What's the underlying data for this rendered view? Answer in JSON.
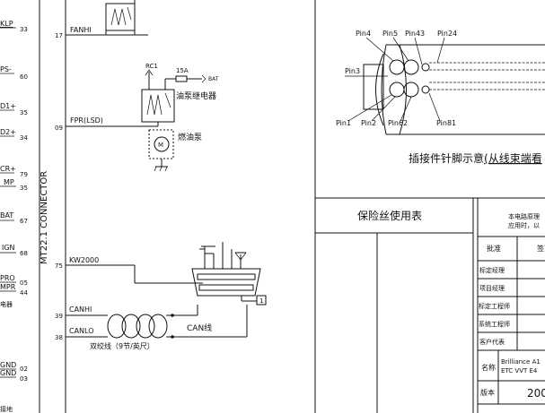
{
  "left_pins": [
    {
      "name": "KLP",
      "num": "33"
    },
    {
      "name": "PS-",
      "num": "60"
    },
    {
      "name": "D1+",
      "num": "35"
    },
    {
      "name": "D2+",
      "num": "34"
    },
    {
      "name": "CR+",
      "num": "79"
    },
    {
      "name": "MP",
      "num": "35"
    },
    {
      "name": "BAT",
      "num": "67"
    },
    {
      "name": "IGN",
      "num": "68"
    },
    {
      "name": "PRO",
      "num": "05"
    },
    {
      "name": "MPR",
      "num": "44"
    },
    {
      "name": "电器",
      "num": ""
    },
    {
      "name": "GND",
      "num": "02"
    },
    {
      "name": "GND",
      "num": "03"
    },
    {
      "name": "接地",
      "num": ""
    }
  ],
  "connector_label": "MT22.1 CONNECTOR",
  "wires": {
    "fanhi": {
      "num": "17",
      "label": "FANHI"
    },
    "fpr": {
      "num": "09",
      "label": "FPR(LSD)"
    },
    "kw2000": {
      "num": "75",
      "label": "KW2000"
    },
    "canhi": {
      "num": "39",
      "label": "CANHI"
    },
    "canlo": {
      "num": "38",
      "label": "CANLO"
    }
  },
  "components": {
    "rc1": "RC1",
    "fuse": "15A",
    "bat": "BAT",
    "relay": "油泵继电器",
    "pump_motor": "M",
    "pump": "燃油泵",
    "can_line": "CAN线",
    "twisted": "双绞线（9节/英尺）",
    "diag_box": "1"
  },
  "connector_view": {
    "pins": [
      "Pin4",
      "Pin5",
      "Pin43",
      "Pin24",
      "Pin3",
      "Pin1",
      "Pin2",
      "Pin62",
      "Pin81"
    ],
    "caption_prefix": "插接件针脚示意",
    "caption_underlined": "(从线束端看"
  },
  "fuse_table": {
    "title": "保险丝使用表"
  },
  "title_block": {
    "note_line1": "本电路原理",
    "note_line2": "应用时，以",
    "approve": "批准",
    "approve_col2": "签",
    "rows": [
      "标定经理",
      "项目经理",
      "标定工程师",
      "系统工程师",
      "客户代表"
    ],
    "name_label": "名称",
    "name_value_line1": "Brilliance A1",
    "name_value_line2": "ETC VVT E4",
    "version_label": "版本",
    "version_value": "200"
  }
}
